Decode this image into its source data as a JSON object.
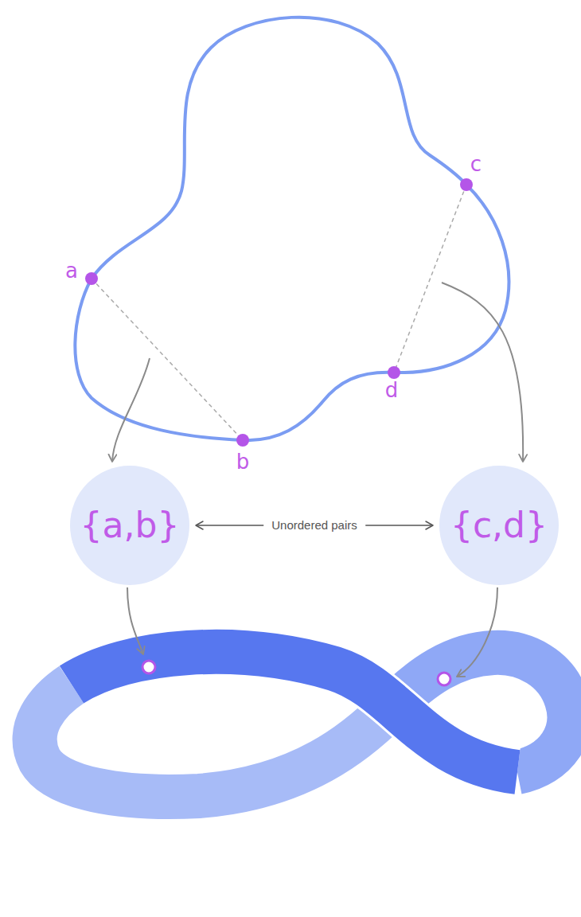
{
  "diagram": {
    "nodes": [
      {
        "text": [
          "{a,b}"
        ]
      },
      {
        "text": [
          "{c,d}"
        ]
      }
    ],
    "edges": [
      {
        "from": 0,
        "to": 1,
        "arrow": "both",
        "label": "Unordered pairs"
      }
    ],
    "labels": [
      "a",
      "b",
      "c",
      "d"
    ]
  }
}
